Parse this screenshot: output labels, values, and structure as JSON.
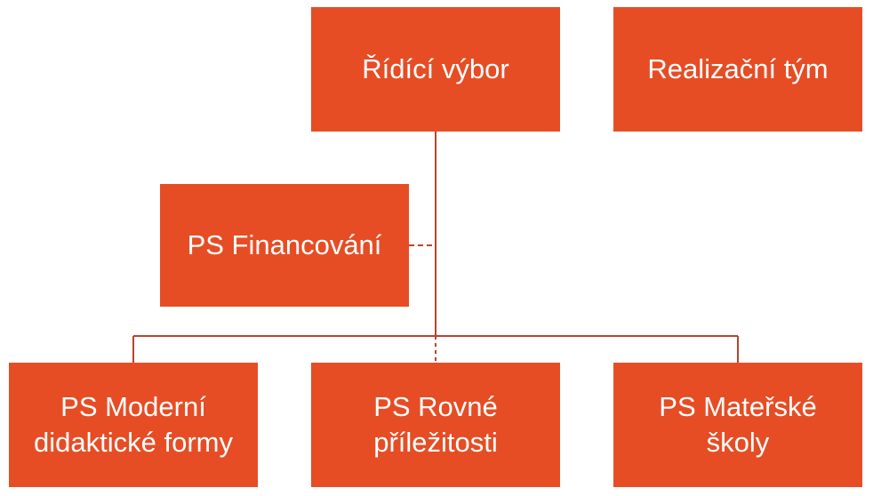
{
  "diagram": {
    "colors": {
      "box_fill": "#e64d25",
      "box_text": "#ffffff",
      "connector": "#b8452a"
    },
    "nodes": {
      "steering_committee": "Řídící výbor",
      "implementation_team": "Realizační tým",
      "ps_financing": "PS Financování",
      "ps_modern_forms": "PS Moderní didaktické formy",
      "ps_equal_opportunities": "PS Rovné příležitosti",
      "ps_kindergartens": "PS Mateřské školy"
    }
  }
}
